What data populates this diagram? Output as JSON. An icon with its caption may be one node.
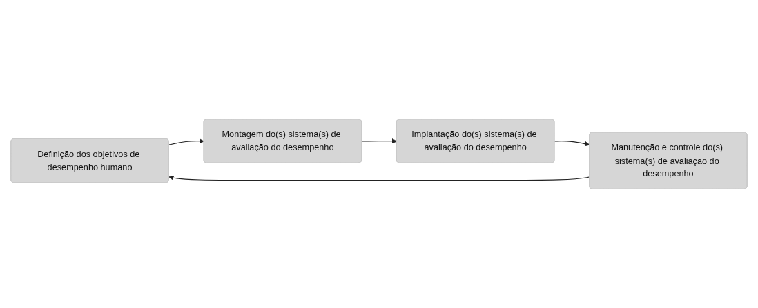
{
  "diagram": {
    "nodes": [
      {
        "text": [
          "Definição dos objetivos de desempenho humano"
        ]
      },
      {
        "text": [
          "Montagem do(s) sistema(s) de avaliação do desempenho"
        ]
      },
      {
        "text": [
          "Implantação do(s) sistema(s) de avaliação do desempenho"
        ]
      },
      {
        "text": [
          "Manutenção e controle do(s) sistema(s) de avaliação do desempenho"
        ]
      }
    ],
    "edges": [
      {
        "from": 0,
        "to": 1,
        "arrow": "to"
      },
      {
        "from": 1,
        "to": 2,
        "arrow": "to"
      },
      {
        "from": 2,
        "to": 3,
        "arrow": "to"
      },
      {
        "from": 3,
        "to": 0,
        "arrow": "to"
      }
    ]
  }
}
